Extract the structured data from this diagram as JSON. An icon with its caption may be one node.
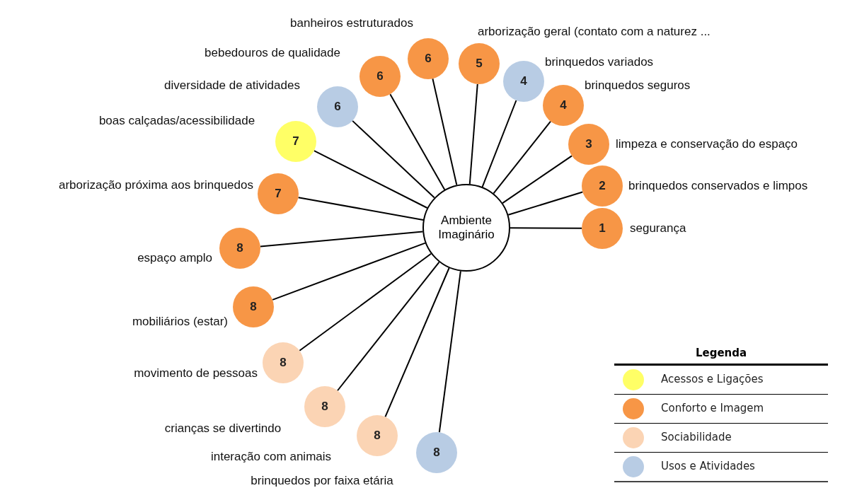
{
  "diagram": {
    "nodes": [
      {
        "text": [
          "Ambiente Imaginário"
        ]
      },
      {
        "text": [
          "1"
        ],
        "beside": [
          "segurança"
        ]
      },
      {
        "text": [
          "2"
        ],
        "beside": [
          "brinquedos conservados e limpos"
        ]
      },
      {
        "text": [
          "3"
        ],
        "beside": [
          "limpeza e conservação do espaço"
        ]
      },
      {
        "text": [
          "4"
        ],
        "beside": [
          "brinquedos seguros"
        ]
      },
      {
        "text": [
          "4"
        ],
        "beside": [
          "brinquedos variados"
        ]
      },
      {
        "text": [
          "5"
        ],
        "beside": [
          "arborização geral (contato com a naturez ..."
        ]
      },
      {
        "text": [
          "6"
        ],
        "beside": [
          "banheiros estruturados"
        ]
      },
      {
        "text": [
          "6"
        ],
        "beside": [
          "bebedouros de qualidade"
        ]
      },
      {
        "text": [
          "6"
        ],
        "beside": [
          "diversidade de atividades"
        ]
      },
      {
        "text": [
          "7"
        ],
        "beside": [
          "boas calçadas/acessibilidade"
        ]
      },
      {
        "text": [
          "7"
        ],
        "beside": [
          "arborização próxima aos brinquedos"
        ]
      },
      {
        "text": [
          "8"
        ],
        "beside": [
          "espaço amplo"
        ]
      },
      {
        "text": [
          "8"
        ],
        "beside": [
          "mobiliários (estar)"
        ]
      },
      {
        "text": [
          "8"
        ],
        "beside": [
          "movimento de pessoas"
        ]
      },
      {
        "text": [
          "8"
        ],
        "beside": [
          "crianças se divertindo"
        ]
      },
      {
        "text": [
          "8"
        ],
        "beside": [
          "interação com animais"
        ]
      },
      {
        "text": [
          "8"
        ],
        "beside": [
          "brinquedos por faixa etária"
        ]
      }
    ],
    "edges": [
      {
        "from": 0,
        "to": 1,
        "arrow": "none"
      },
      {
        "from": 0,
        "to": 2,
        "arrow": "none"
      },
      {
        "from": 0,
        "to": 3,
        "arrow": "none"
      },
      {
        "from": 0,
        "to": 4,
        "arrow": "none"
      },
      {
        "from": 0,
        "to": 5,
        "arrow": "none"
      },
      {
        "from": 0,
        "to": 6,
        "arrow": "none"
      },
      {
        "from": 0,
        "to": 7,
        "arrow": "none"
      },
      {
        "from": 0,
        "to": 8,
        "arrow": "none"
      },
      {
        "from": 0,
        "to": 9,
        "arrow": "none"
      },
      {
        "from": 0,
        "to": 10,
        "arrow": "none"
      },
      {
        "from": 0,
        "to": 11,
        "arrow": "none"
      },
      {
        "from": 0,
        "to": 12,
        "arrow": "none"
      },
      {
        "from": 0,
        "to": 13,
        "arrow": "none"
      },
      {
        "from": 0,
        "to": 14,
        "arrow": "none"
      },
      {
        "from": 0,
        "to": 15,
        "arrow": "none"
      },
      {
        "from": 0,
        "to": 16,
        "arrow": "none"
      },
      {
        "from": 0,
        "to": 17,
        "arrow": "none"
      }
    ],
    "labels": [
      "Legenda"
    ],
    "legend": [
      {
        "text": "Acessos e Ligações",
        "color": "#ffff66"
      },
      {
        "text": "Conforto e Imagem",
        "color": "#f79646"
      },
      {
        "text": "Sociabilidade",
        "color": "#fbd4b4"
      },
      {
        "text": "Usos e Atividades",
        "color": "#b8cce4"
      }
    ]
  }
}
